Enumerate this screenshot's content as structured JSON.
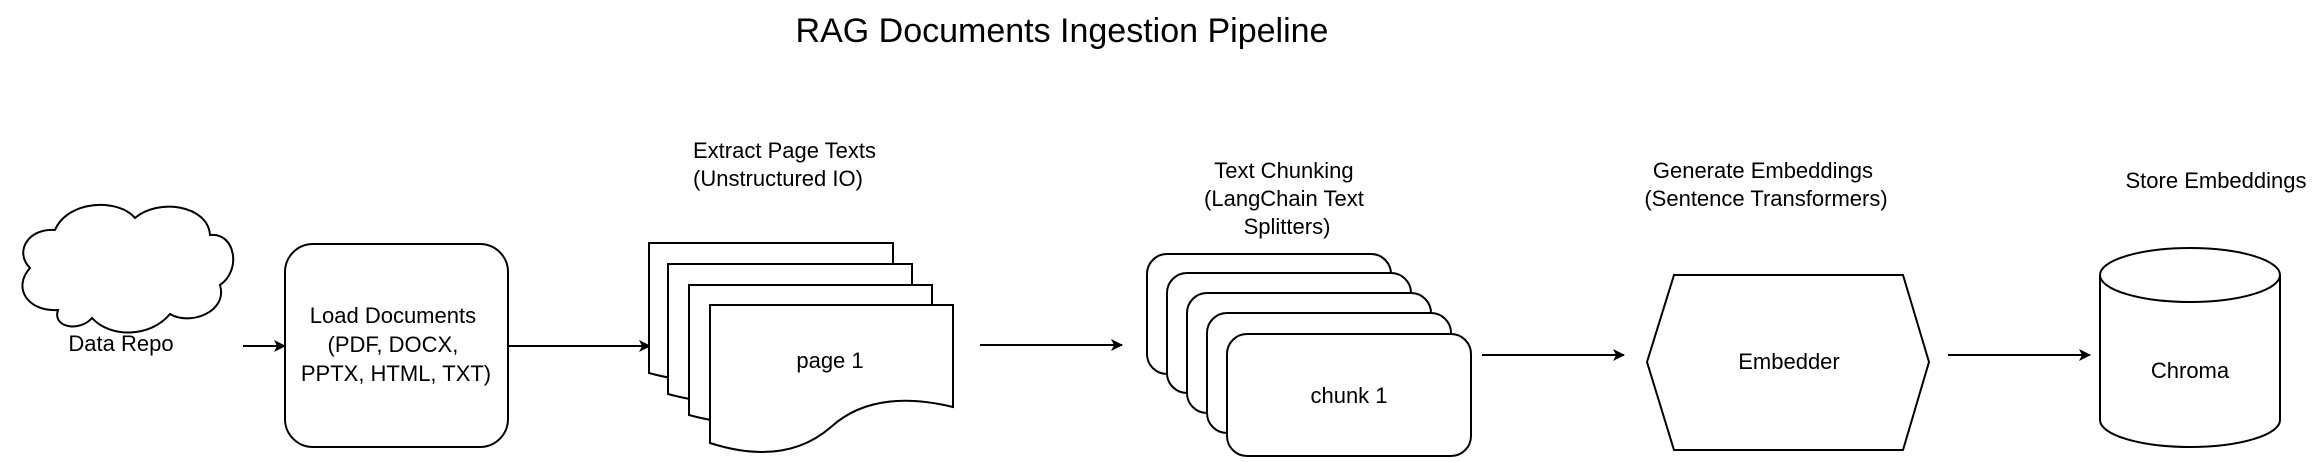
{
  "diagram": {
    "title": "RAG Documents Ingestion Pipeline",
    "nodes": {
      "data_repo": {
        "label": "Data Repo"
      },
      "load_documents": {
        "lines": [
          "Load Documents",
          "(PDF, DOCX,",
          "PPTX, HTML, TXT)"
        ]
      },
      "extract": {
        "caption": [
          "Extract Page Texts",
          "(Unstructured IO)"
        ],
        "front_label": "page 1"
      },
      "chunking": {
        "caption": [
          "Text Chunking",
          "(LangChain Text",
          "Splitters)"
        ],
        "front_label": "chunk 1"
      },
      "embeddings": {
        "caption": [
          "Generate Embeddings",
          "(Sentence Transformers)"
        ],
        "label": "Embedder"
      },
      "store": {
        "caption": [
          "Store Embeddings"
        ],
        "label": "Chroma"
      }
    }
  }
}
